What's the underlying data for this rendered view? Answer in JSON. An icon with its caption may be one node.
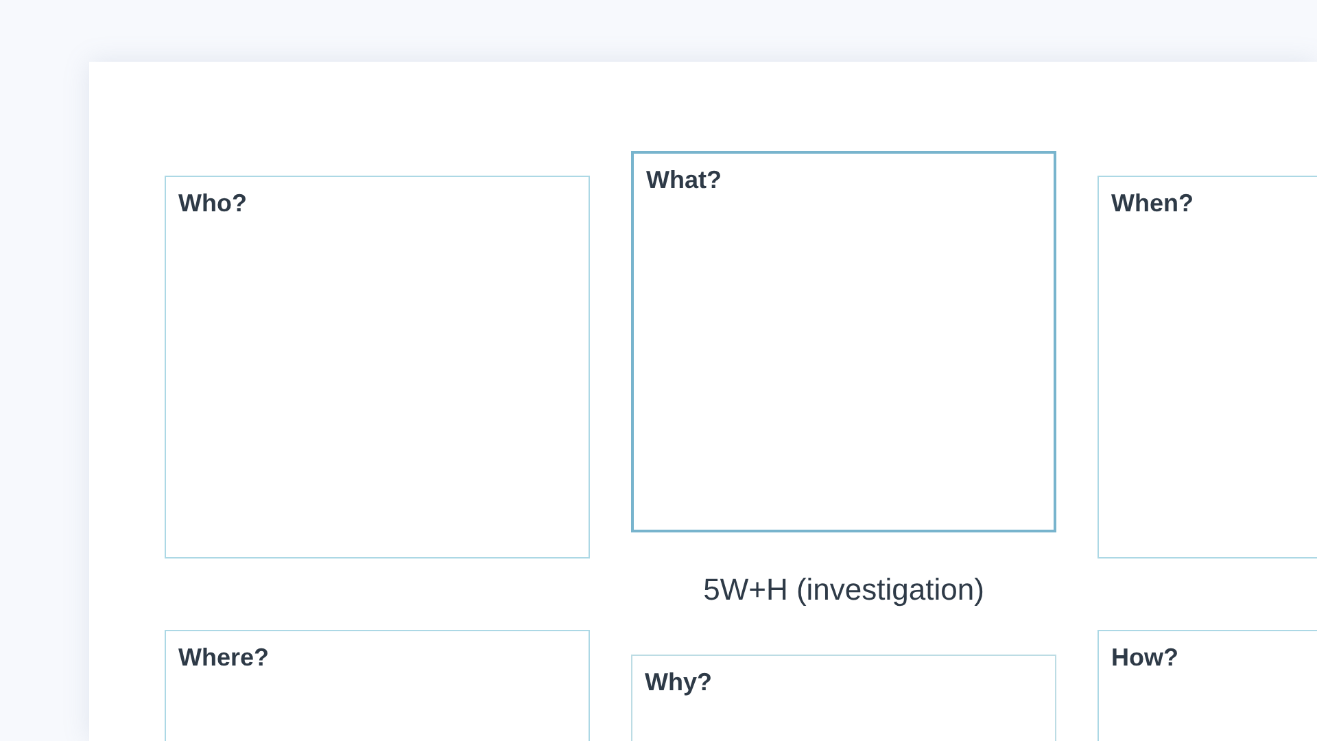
{
  "diagram": {
    "title": "5W+H (investigation)",
    "nodes": [
      {
        "text": [
          "Who?"
        ]
      },
      {
        "text": [
          "What?"
        ]
      },
      {
        "text": [
          "When?"
        ]
      },
      {
        "text": [
          "Where?"
        ]
      },
      {
        "text": [
          "Why?"
        ]
      },
      {
        "text": [
          "How?"
        ]
      }
    ]
  }
}
